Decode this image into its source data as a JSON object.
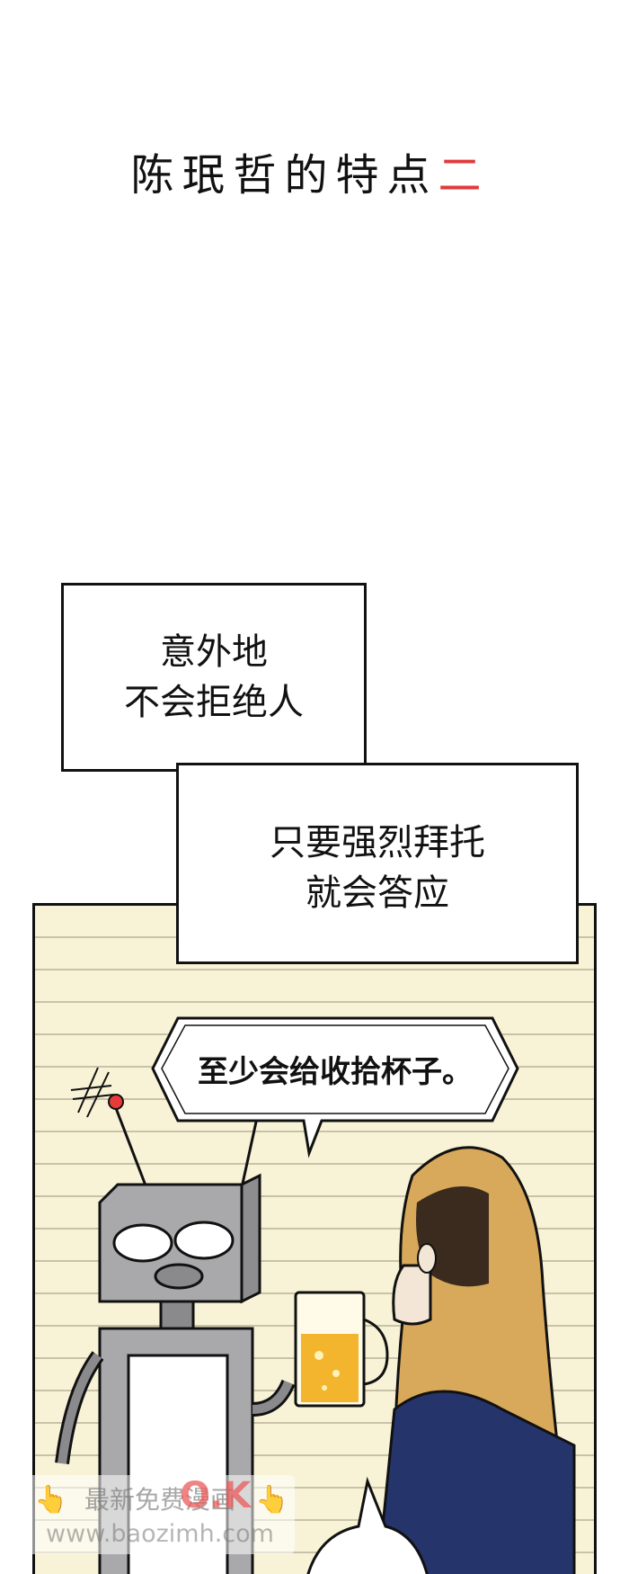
{
  "title": {
    "main": "陈珉哲的特点",
    "accent": "二"
  },
  "captions": [
    {
      "lines": [
        "意外地",
        "不会拒绝人"
      ]
    },
    {
      "lines": [
        "只要强烈拜托",
        "就会答应"
      ]
    }
  ],
  "speech_bubble": {
    "text": "至少会给收拾杯子。"
  },
  "watermark": {
    "top_text": "最新免费漫画",
    "badge": "O.K",
    "url": "www.baozimh.com"
  },
  "colors": {
    "accent": "#e23a3a",
    "panel_background": "#f8f3d6",
    "hair": "#d8a95a",
    "jacket": "#25356b",
    "robot": "#a9a9ab"
  }
}
